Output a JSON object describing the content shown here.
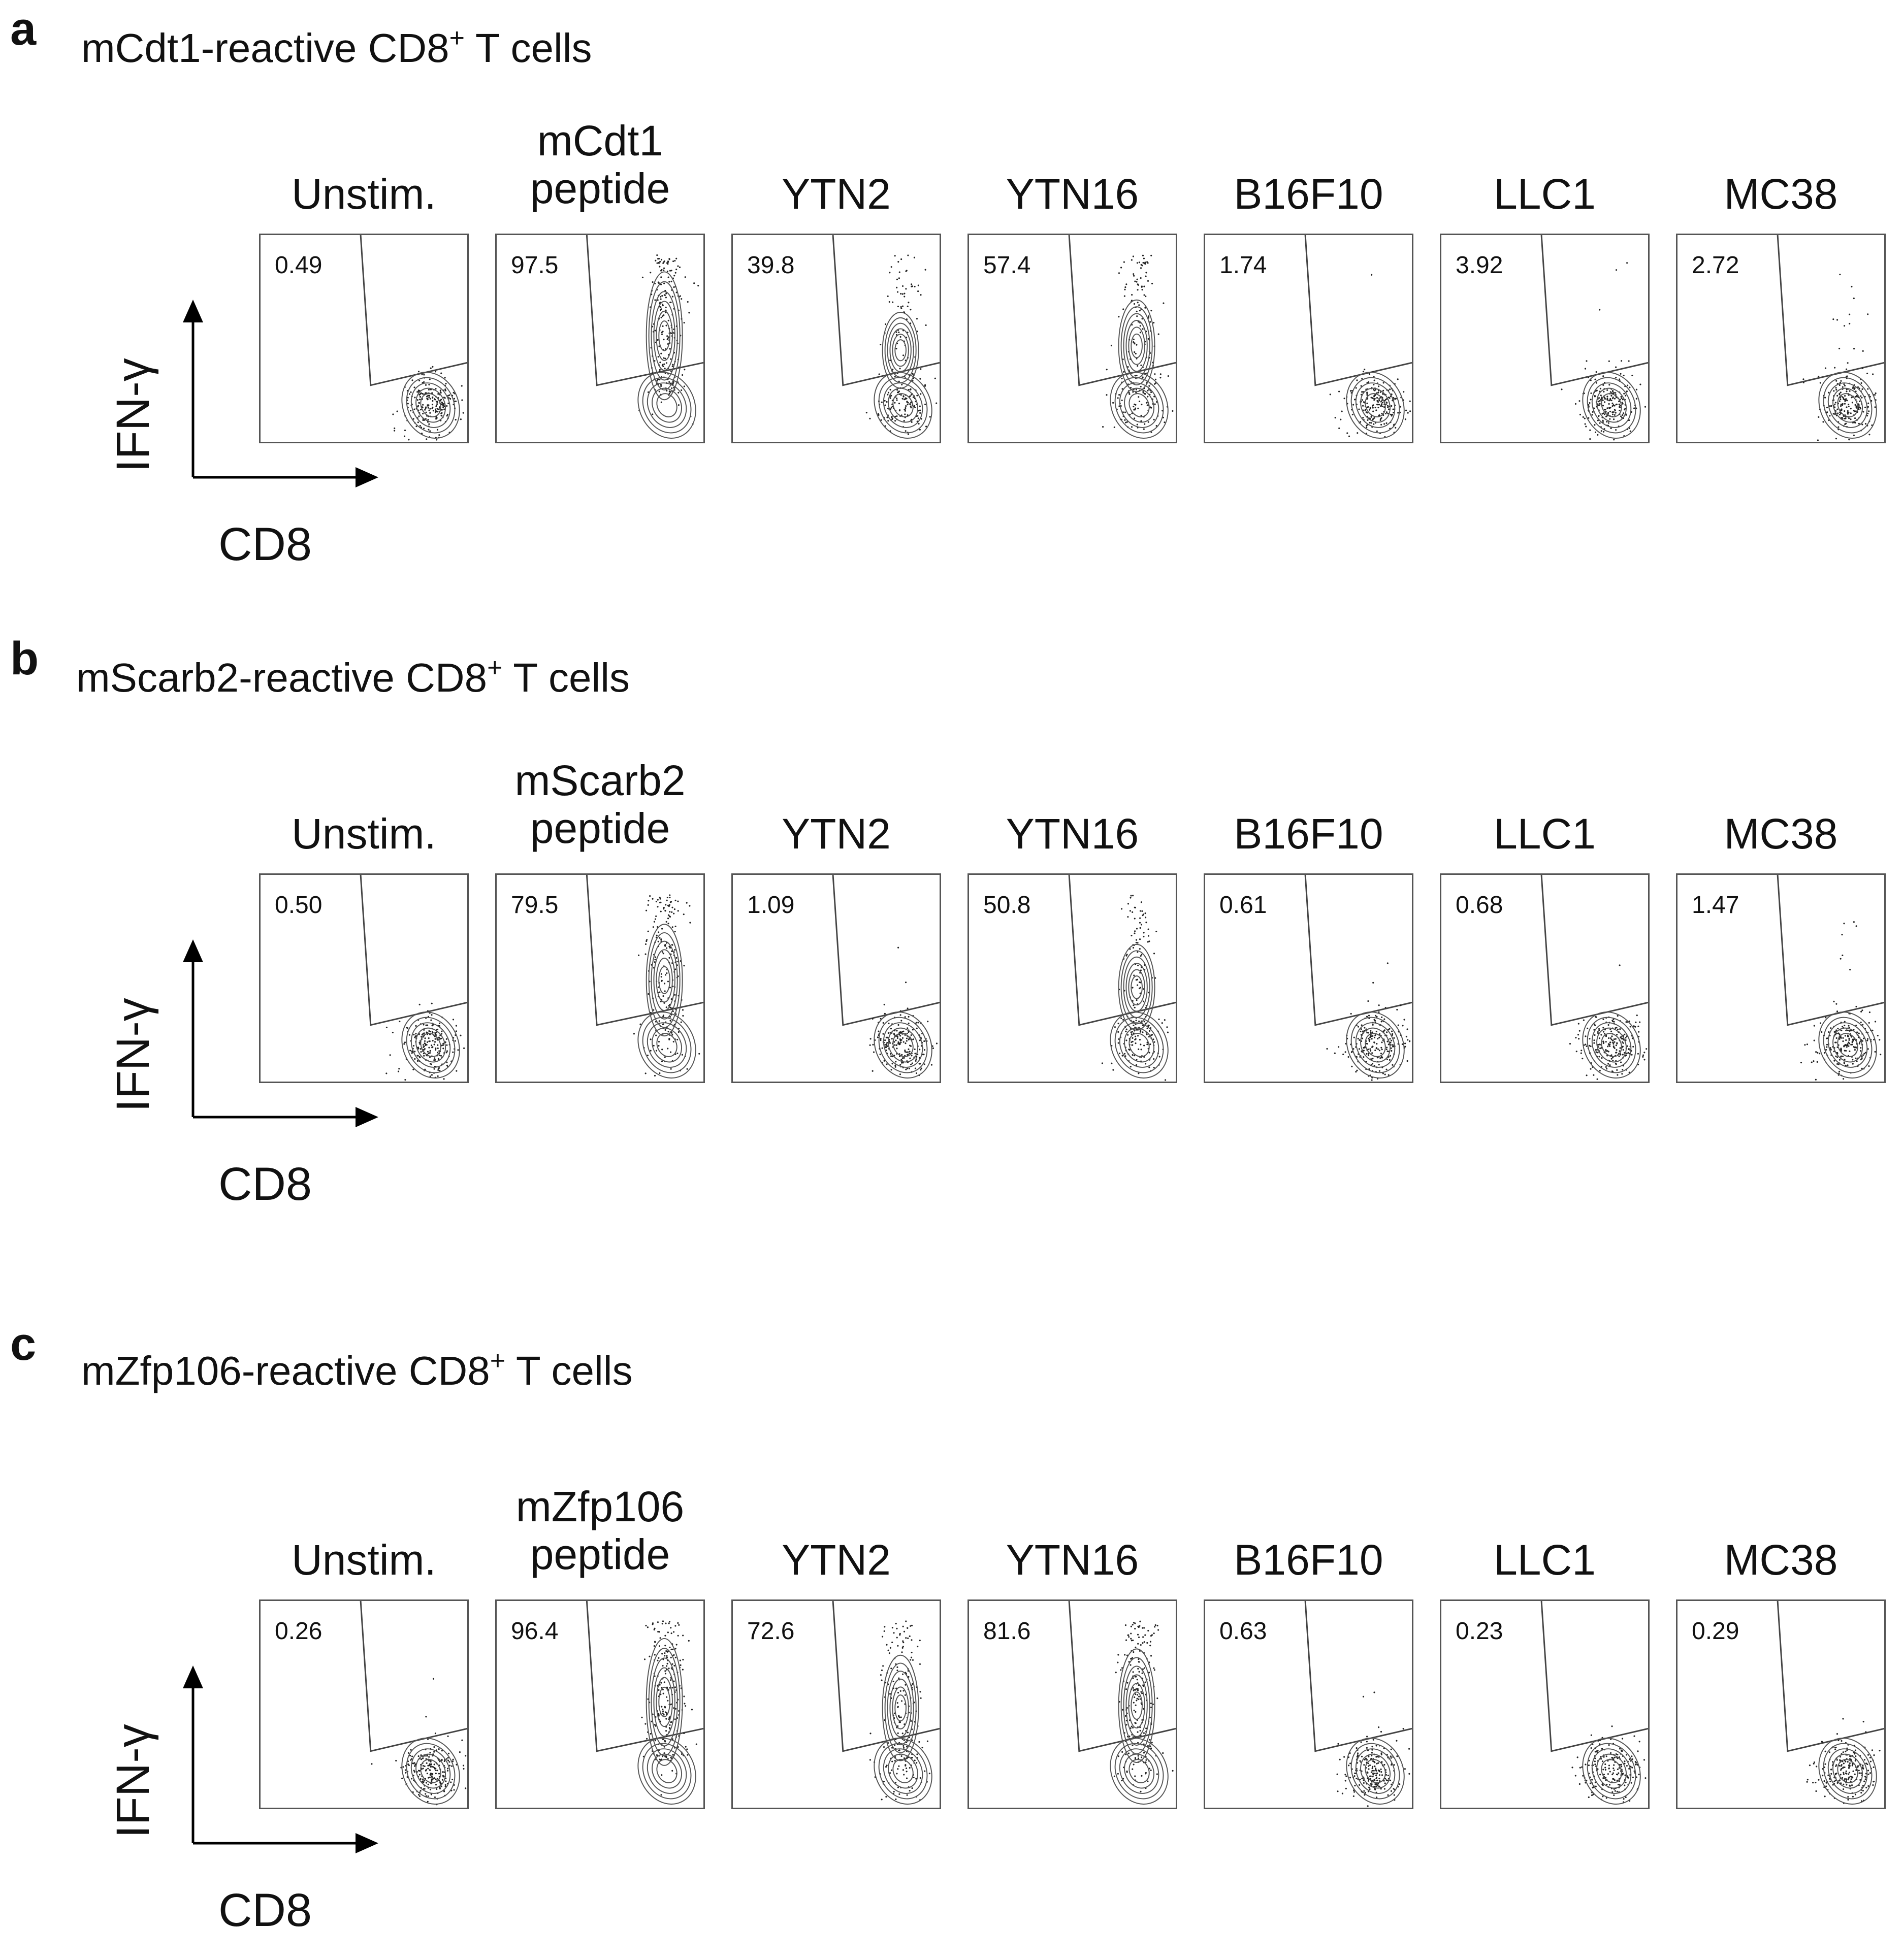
{
  "axes": {
    "y_label": "IFN-γ",
    "x_label": "CD8"
  },
  "chart_data": [
    {
      "type": "contour",
      "panel": "a",
      "title_prefix": "mCdt1-reactive CD8",
      "title_sup": "+",
      "title_suffix": " T cells",
      "xlabel": "CD8",
      "ylabel": "IFN-γ",
      "conditions": [
        {
          "label": "Unstim.",
          "percent": "0.49"
        },
        {
          "label": "mCdt1 peptide",
          "percent": "97.5"
        },
        {
          "label": "YTN2",
          "percent": "39.8"
        },
        {
          "label": "YTN16",
          "percent": "57.4"
        },
        {
          "label": "B16F10",
          "percent": "1.74"
        },
        {
          "label": "LLC1",
          "percent": "3.92"
        },
        {
          "label": "MC38",
          "percent": "2.72"
        }
      ]
    },
    {
      "type": "contour",
      "panel": "b",
      "title_prefix": "mScarb2-reactive CD8",
      "title_sup": "+",
      "title_suffix": " T cells",
      "xlabel": "CD8",
      "ylabel": "IFN-γ",
      "conditions": [
        {
          "label": "Unstim.",
          "percent": "0.50"
        },
        {
          "label": "mScarb2 peptide",
          "percent": "79.5"
        },
        {
          "label": "YTN2",
          "percent": "1.09"
        },
        {
          "label": "YTN16",
          "percent": "50.8"
        },
        {
          "label": "B16F10",
          "percent": "0.61"
        },
        {
          "label": "LLC1",
          "percent": "0.68"
        },
        {
          "label": "MC38",
          "percent": "1.47"
        }
      ]
    },
    {
      "type": "contour",
      "panel": "c",
      "title_prefix": "mZfp106-reactive CD8",
      "title_sup": "+",
      "title_suffix": " T cells",
      "xlabel": "CD8",
      "ylabel": "IFN-γ",
      "conditions": [
        {
          "label": "Unstim.",
          "percent": "0.26"
        },
        {
          "label": "mZfp106 peptide",
          "percent": "96.4"
        },
        {
          "label": "YTN2",
          "percent": "72.6"
        },
        {
          "label": "YTN16",
          "percent": "81.6"
        },
        {
          "label": "B16F10",
          "percent": "0.63"
        },
        {
          "label": "LLC1",
          "percent": "0.23"
        },
        {
          "label": "MC38",
          "percent": "0.29"
        }
      ]
    }
  ]
}
